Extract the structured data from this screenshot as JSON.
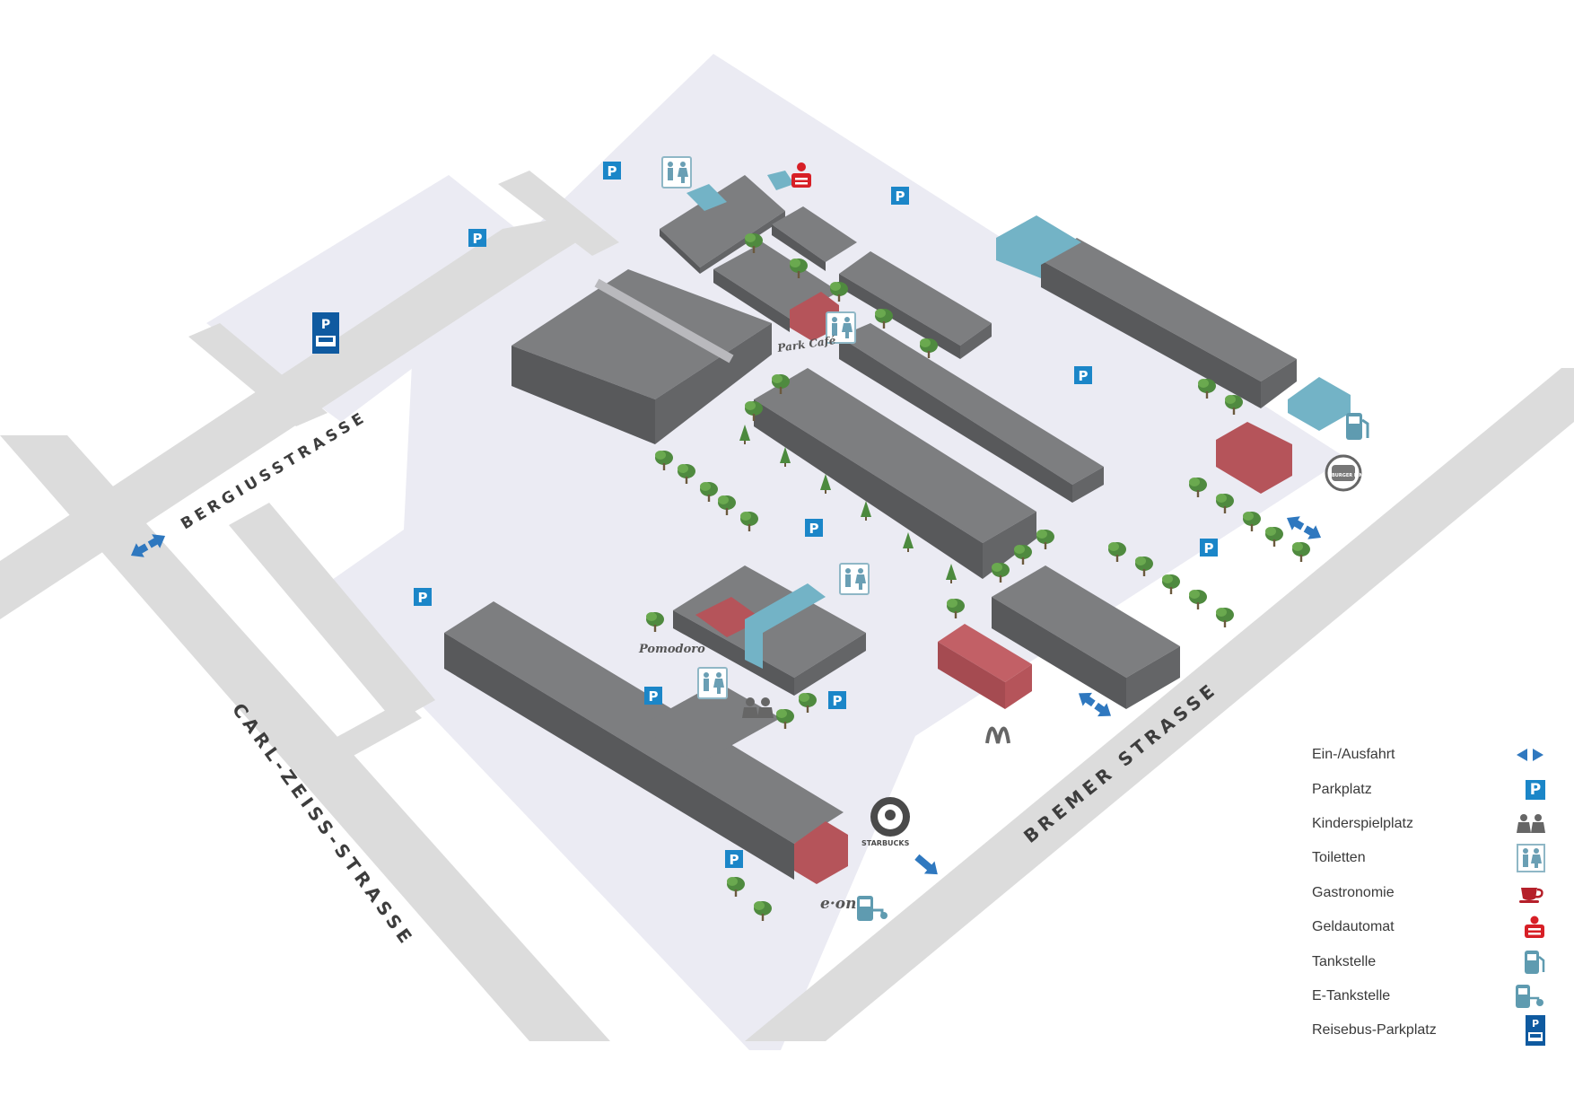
{
  "streets": {
    "bergius": "BERGIUSSTRASSE",
    "carl_zeiss": "CARL-ZEISS-STRASSE",
    "bremer": "BREMER STRASSE"
  },
  "pois": {
    "park_cafe": "Park Café",
    "pomodoro": "Pomodoro",
    "starbucks": "STARBUCKS",
    "eon": "e·on",
    "burger_king": "BURGER KING"
  },
  "parking_symbol": "P",
  "legend": [
    {
      "label": "Ein-/Ausfahrt",
      "icon": "entry-exit-arrows-icon"
    },
    {
      "label": "Parkplatz",
      "icon": "parking-icon"
    },
    {
      "label": "Kinderspielplatz",
      "icon": "playground-icon"
    },
    {
      "label": "Toiletten",
      "icon": "toilets-icon"
    },
    {
      "label": "Gastronomie",
      "icon": "coffee-cup-icon"
    },
    {
      "label": "Geldautomat",
      "icon": "atm-sparkasse-icon"
    },
    {
      "label": "Tankstelle",
      "icon": "fuel-pump-icon"
    },
    {
      "label": "E-Tankstelle",
      "icon": "ev-charging-icon"
    },
    {
      "label": "Reisebus-Parkplatz",
      "icon": "bus-parking-icon"
    }
  ],
  "colors": {
    "building": "#6e6f71",
    "gastronomy_building": "#b5545a",
    "service_building": "#73b3c6",
    "parking_blue": "#1b86c8",
    "road": "#dcdcdc",
    "ground": "#ebebf3",
    "atm_red": "#d71f26"
  }
}
